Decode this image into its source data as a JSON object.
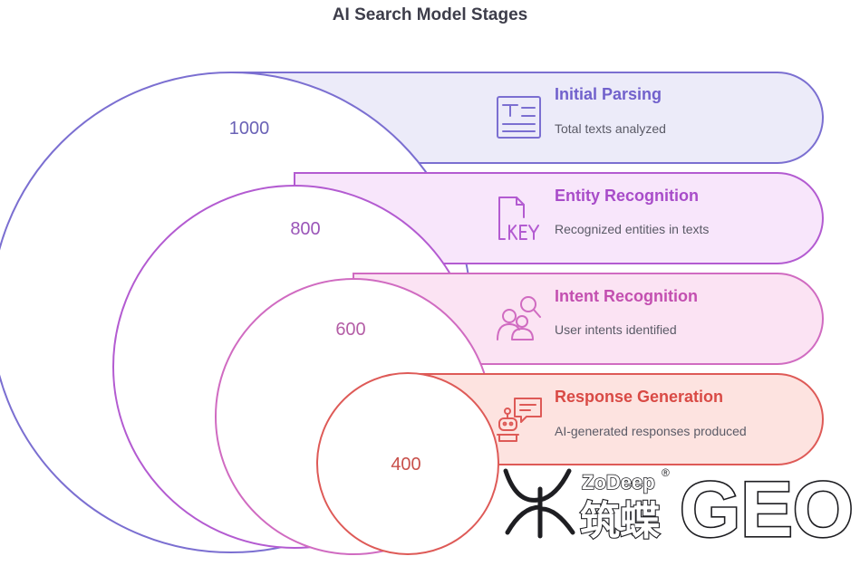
{
  "title": "AI Search Model Stages",
  "stages": [
    {
      "value": "1000",
      "title": "Initial Parsing",
      "description": "Total texts analyzed",
      "icon": "text-document-icon",
      "stroke": "#7b6fd1",
      "fill": "#ecebf9",
      "title_color": "#7161cc",
      "value_color": "#6a62b6"
    },
    {
      "value": "800",
      "title": "Entity Recognition",
      "description": "Recognized entities in texts",
      "icon": "key-document-icon",
      "stroke": "#b35bd1",
      "fill": "#f8e6fb",
      "title_color": "#a84cc9",
      "value_color": "#9a55b8"
    },
    {
      "value": "600",
      "title": "Intent Recognition",
      "description": "User intents identified",
      "icon": "users-search-icon",
      "stroke": "#d06bc1",
      "fill": "#fbe3f3",
      "title_color": "#c34fb0",
      "value_color": "#b45ea6"
    },
    {
      "value": "400",
      "title": "Response Generation",
      "description": "AI-generated responses produced",
      "icon": "chatbot-icon",
      "stroke": "#de5a57",
      "fill": "#fde3e0",
      "title_color": "#d94a45",
      "value_color": "#c8504b"
    }
  ],
  "watermark": {
    "brand": "ZoDeep",
    "registered": "®",
    "chinese": "筑蝶",
    "geo": "GEO"
  }
}
